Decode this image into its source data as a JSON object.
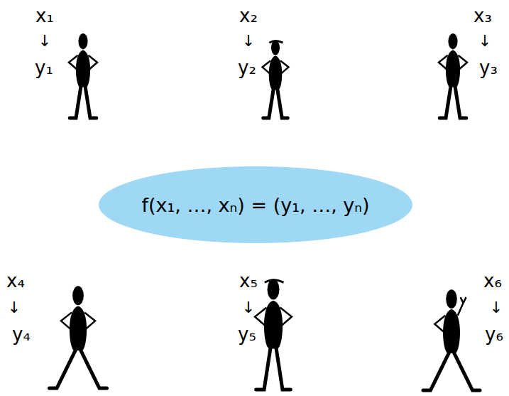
{
  "diagram": {
    "nodes": [
      {
        "text": [
          "f(x₁, …, xₙ) = (y₁, …, yₙ)"
        ]
      }
    ],
    "labels": [
      "x₁",
      "↓",
      "y₁",
      "x₂",
      "↓",
      "y₂",
      "x₃",
      "↓",
      "y₃",
      "x₄",
      "↓",
      "y₄",
      "x₅",
      "↓",
      "y₅",
      "x₆",
      "↓",
      "y₆"
    ]
  }
}
